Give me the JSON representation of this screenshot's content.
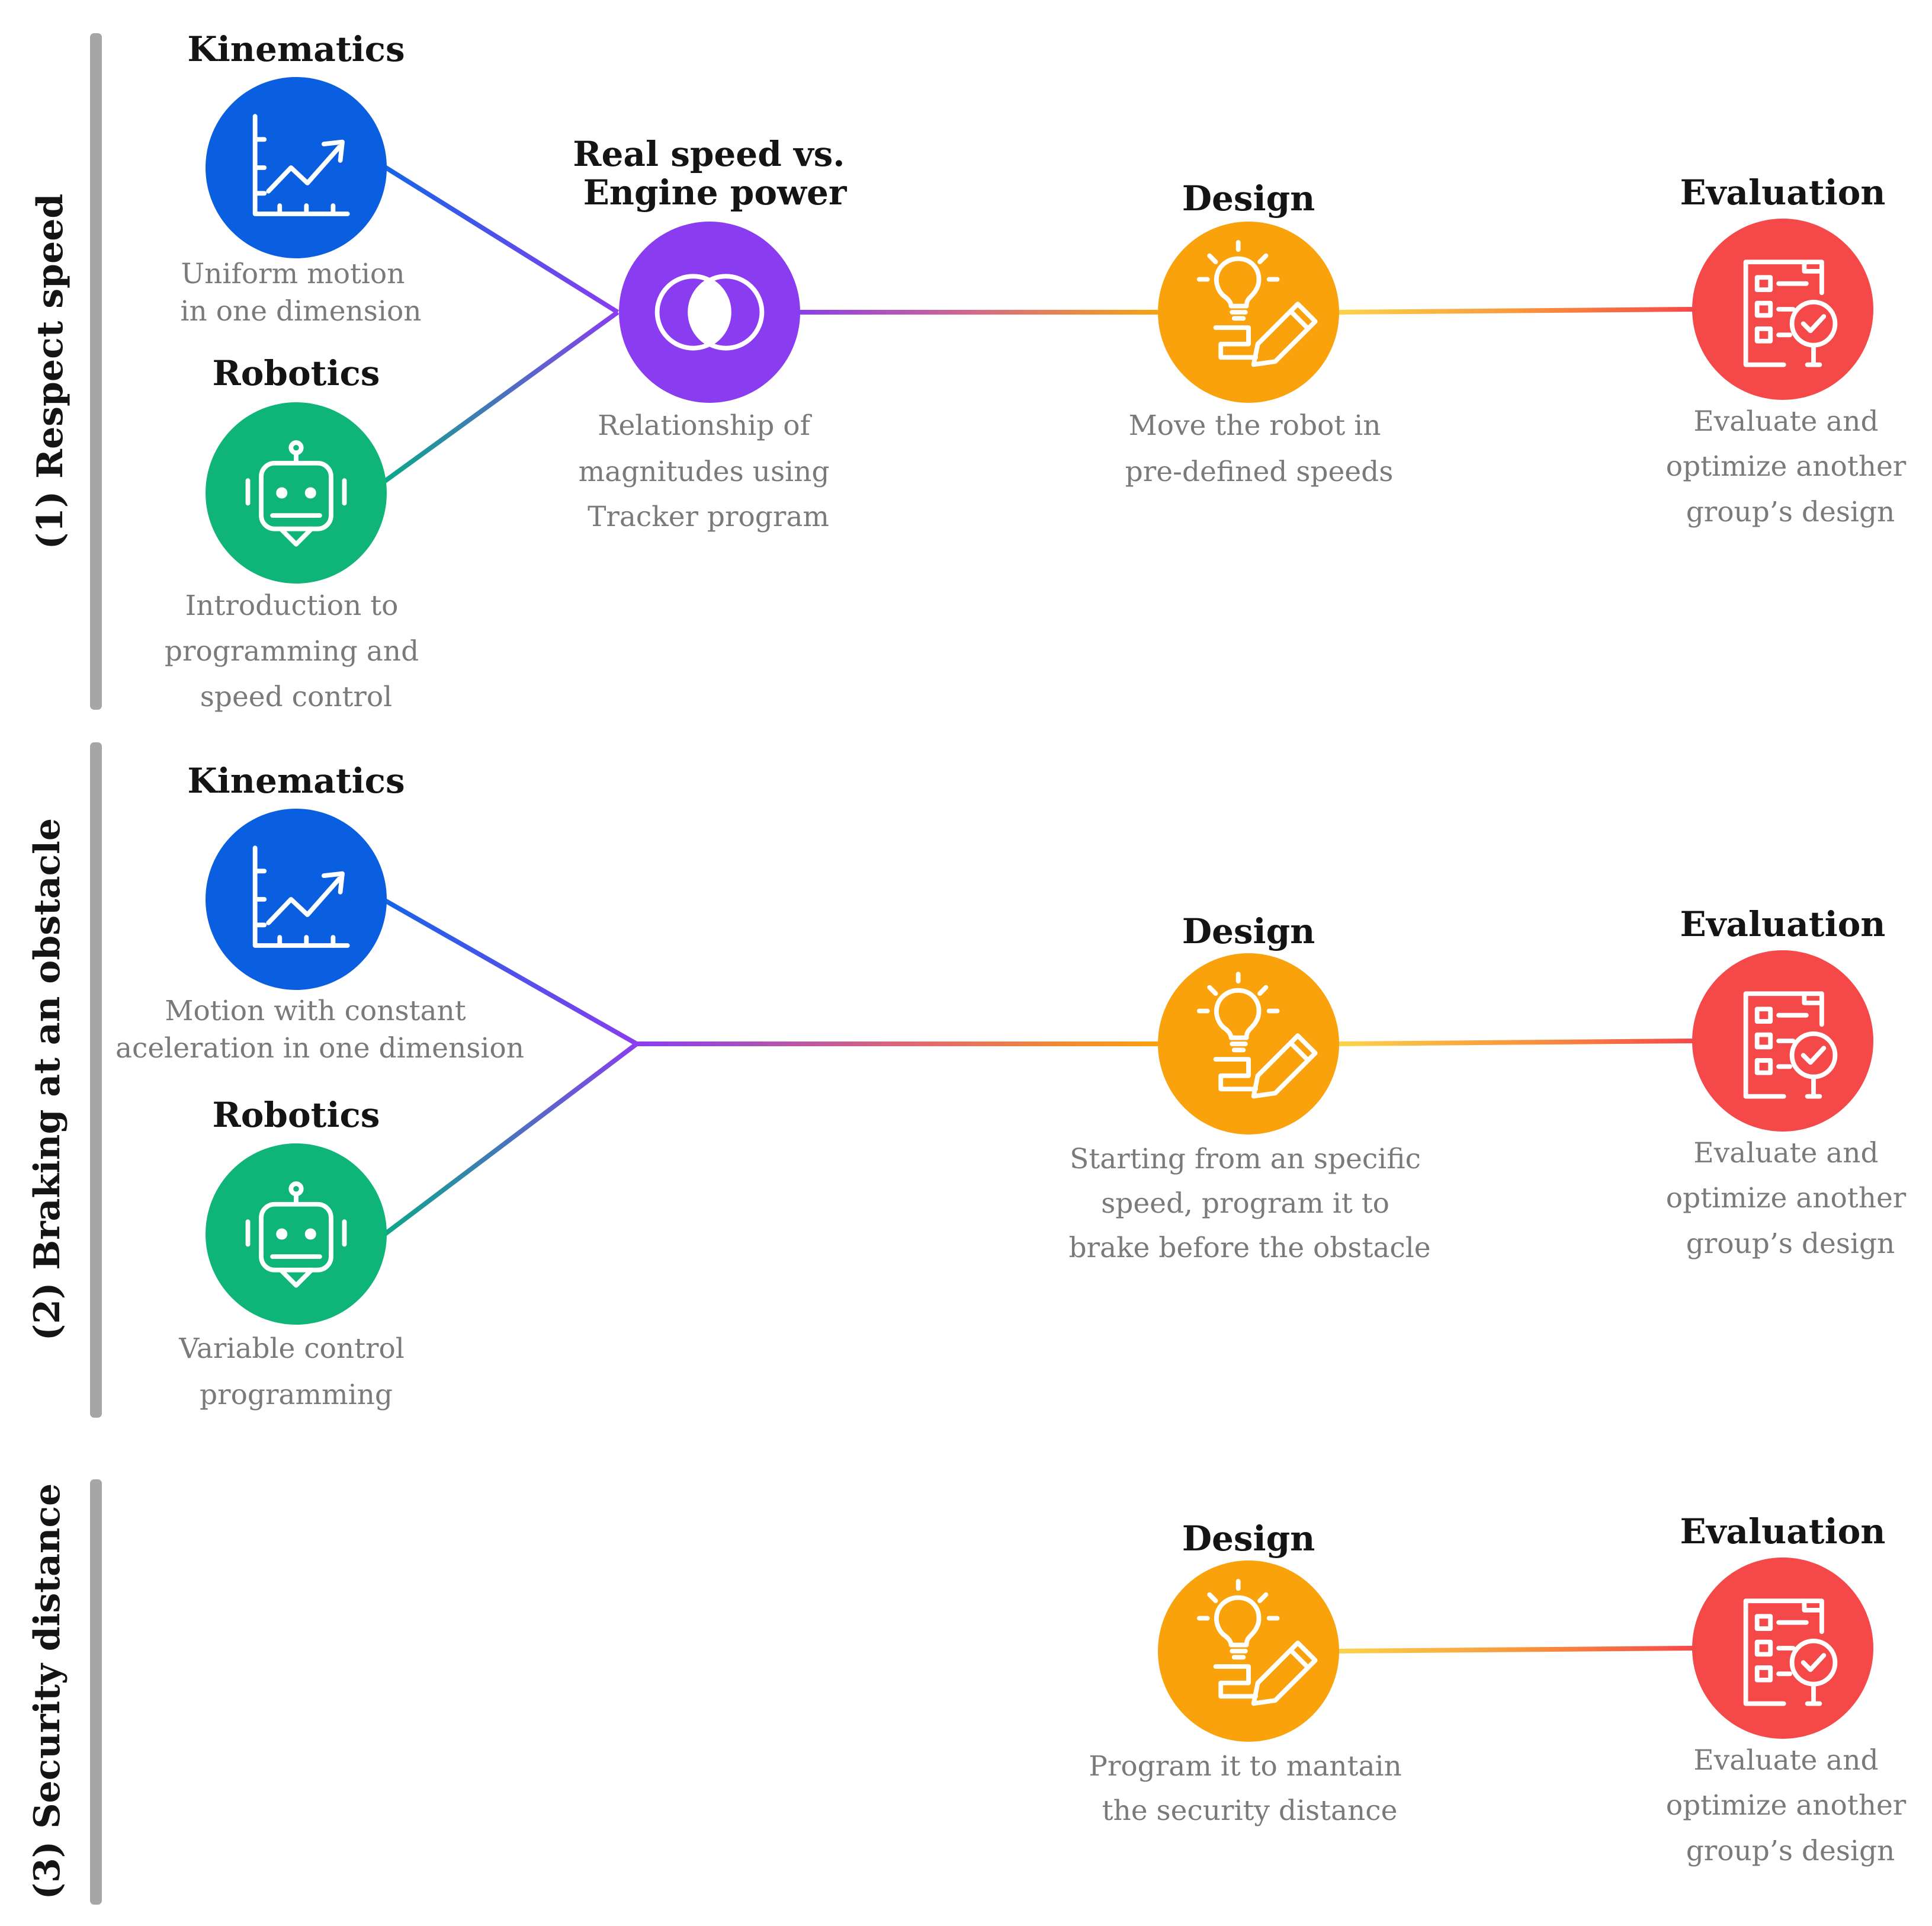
{
  "sections": [
    {
      "label": "(1) Respect speed",
      "kinematics": {
        "title": "Kinematics",
        "desc": [
          "Uniform motion",
          "in one dimension"
        ]
      },
      "robotics": {
        "title": "Robotics",
        "desc": [
          "Introduction to",
          "programming and",
          "speed control"
        ]
      },
      "relation": {
        "title": [
          "Real speed vs.",
          "Engine power"
        ],
        "desc": [
          "Relationship of",
          "magnitudes using",
          "Tracker program"
        ]
      },
      "design": {
        "title": "Design",
        "desc": [
          "Move the robot in",
          "pre-defined speeds"
        ]
      },
      "evaluation": {
        "title": "Evaluation",
        "desc": [
          "Evaluate and",
          "optimize another",
          "group’s design"
        ]
      }
    },
    {
      "label": "(2) Braking at an obstacle",
      "kinematics": {
        "title": "Kinematics",
        "desc": [
          "Motion with constant",
          "aceleration in one dimension"
        ]
      },
      "robotics": {
        "title": "Robotics",
        "desc": [
          "Variable control",
          "programming"
        ]
      },
      "design": {
        "title": "Design",
        "desc": [
          "Starting from an specific",
          "speed, program it to",
          "brake before the obstacle"
        ]
      },
      "evaluation": {
        "title": "Evaluation",
        "desc": [
          "Evaluate and",
          "optimize another",
          "group’s design"
        ]
      }
    },
    {
      "label": "(3) Security distance",
      "design": {
        "title": "Design",
        "desc": [
          "Program it to mantain",
          "the security distance"
        ]
      },
      "evaluation": {
        "title": "Evaluation",
        "desc": [
          "Evaluate and",
          "optimize another",
          "group’s design"
        ]
      }
    }
  ],
  "icons": {
    "kinematics": "line-chart-icon",
    "robotics": "robot-icon",
    "relation": "venn-diagram-icon",
    "design": "lightbulb-pencil-icon",
    "evaluation": "checklist-magnifier-icon"
  },
  "colors": {
    "kinematics": "#0a5fe0",
    "robotics": "#0fb479",
    "relation": "#8a3df0",
    "design": "#f9a20c",
    "evaluation": "#f54848",
    "section_bar": "#a6a6a6"
  }
}
